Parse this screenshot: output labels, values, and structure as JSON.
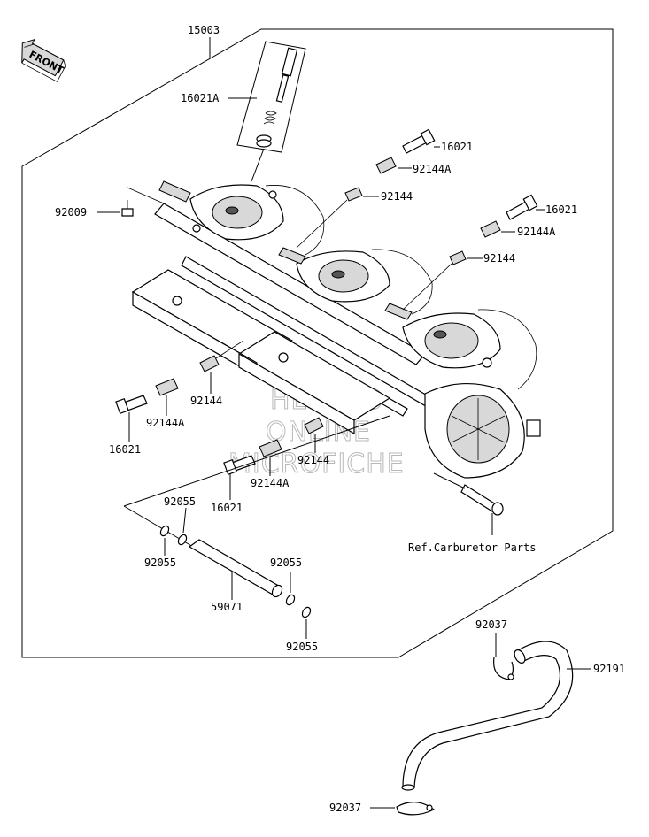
{
  "front_badge": {
    "text": "FRONT"
  },
  "watermark": {
    "lines": [
      "HESPRO",
      "ONLINE",
      "MICROFICHE"
    ]
  },
  "labels": {
    "assembly": "15003",
    "jet_needle_set": "16021A",
    "screw_top": "16021",
    "spring_top": "92144A",
    "spring_a": "92144",
    "screw_right": "16021",
    "spring_right": "92144A",
    "spring_b": "92144",
    "bolt_left": "92009",
    "spring_c": "92144",
    "screw_left": "16021",
    "spring_left": "92144A",
    "spring_d": "92144",
    "spring_e": "92144A",
    "screw_bottom": "16021",
    "oring_1": "92055",
    "oring_2": "92055",
    "pipe": "59071",
    "oring_3": "92055",
    "oring_4": "92055",
    "clamp_top": "92037",
    "hose": "92191",
    "clamp_bottom": "92037"
  },
  "ref_note": "Ref.Carburetor Parts"
}
